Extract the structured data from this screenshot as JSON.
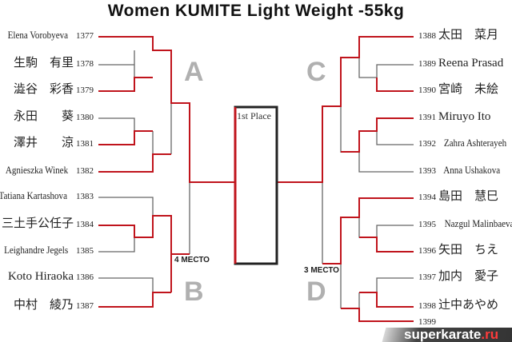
{
  "title": "Women KUMITE Light Weight -55kg",
  "pools": {
    "a": "A",
    "b": "B",
    "c": "C",
    "d": "D"
  },
  "first_place": "1st Place",
  "fourth_place": "4 МЕСТО",
  "third_place": "3 МЕСТО",
  "left": [
    {
      "name": "Elena  Vorobyeva",
      "num": "1377"
    },
    {
      "name": "生駒　有里",
      "num": "1378"
    },
    {
      "name": "澁谷　彩香",
      "num": "1379"
    },
    {
      "name": "永田　　葵",
      "num": "1380"
    },
    {
      "name": "澤井　　涼",
      "num": "1381"
    },
    {
      "name": "Agnieszka Winek",
      "num": "1382"
    },
    {
      "name": "Tatiana Kartashova",
      "num": "1383"
    },
    {
      "name": "三土手公任子",
      "num": "1384"
    },
    {
      "name": "Leighandre Jegels",
      "num": "1385"
    },
    {
      "name": "Koto  Hiraoka",
      "num": "1386"
    },
    {
      "name": "中村　綾乃",
      "num": "1387"
    }
  ],
  "right": [
    {
      "name": "太田　菜月",
      "num": "1388"
    },
    {
      "name": "Reena Prasad",
      "num": "1389"
    },
    {
      "name": "宮崎　未絵",
      "num": "1390"
    },
    {
      "name": "Miruyo Ito",
      "num": "1391"
    },
    {
      "name": "Zahra Ashterayeh",
      "num": "1392"
    },
    {
      "name": "Anna  Ushakova",
      "num": "1393"
    },
    {
      "name": "島田　慧巳",
      "num": "1394"
    },
    {
      "name": "Nazgul  Malinbaeva",
      "num": "1395"
    },
    {
      "name": "矢田　ちえ",
      "num": "1396"
    },
    {
      "name": "加内　愛子",
      "num": "1397"
    },
    {
      "name": "辻中あやめ",
      "num": "1398"
    },
    {
      "name": "",
      "num": "1399"
    }
  ],
  "watermark": {
    "main": "superkarate",
    "suffix": ".ru"
  },
  "colors": {
    "winner": "#c0141c",
    "line": "#666666",
    "pool": "#b0b0b0"
  }
}
